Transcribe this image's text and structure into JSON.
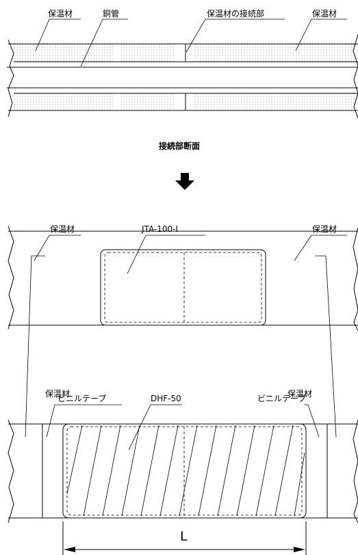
{
  "figure1": {
    "label_insulation_left": "保温材",
    "label_copper_pipe": "銅管",
    "label_joint": "保温材の接続部",
    "label_insulation_right": "保温材",
    "caption": "接続部断面"
  },
  "figure2": {
    "label_insulation_left": "保温材",
    "label_sleeve": "JTA-100-I",
    "label_insulation_right": "保温材"
  },
  "figure3": {
    "label_insulation_left": "保温材",
    "label_vinyl_tape_left": "ビニルテープ",
    "label_wrap": "DHF-50",
    "label_vinyl_tape_right": "ビニルテープ",
    "label_insulation_right": "保温材",
    "dimension_label": "L"
  }
}
